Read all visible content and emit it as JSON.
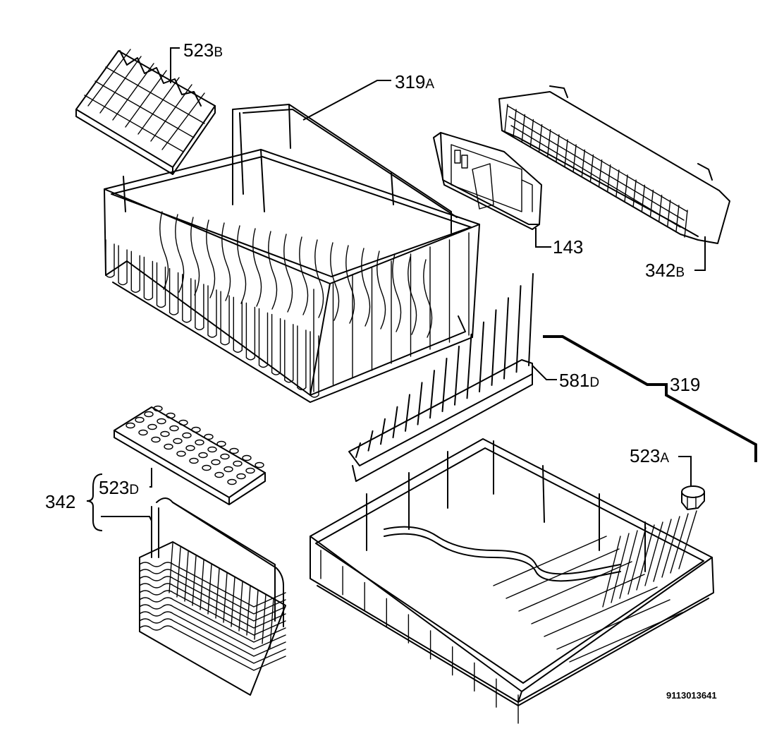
{
  "labels": {
    "l523b": {
      "num": "523",
      "suffix": "B"
    },
    "l319a": {
      "num": "319",
      "suffix": "A"
    },
    "l143": {
      "num": "143"
    },
    "l342b": {
      "num": "342",
      "suffix": "B"
    },
    "l581d": {
      "num": "581",
      "suffix": "D"
    },
    "l319": {
      "num": "319"
    },
    "l523a": {
      "num": "523",
      "suffix": "A"
    },
    "l342": {
      "num": "342"
    },
    "l523d": {
      "num": "523",
      "suffix": "D"
    }
  },
  "reference_number": "9113013641"
}
